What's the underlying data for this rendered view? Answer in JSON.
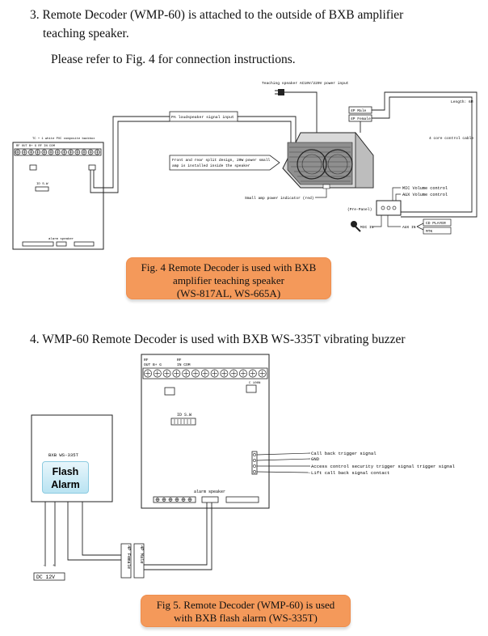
{
  "section3": {
    "heading_line1": "3. Remote Decoder (WMP-60) is attached to the outside of BXB amplifier",
    "heading_line2": "teaching speaker.",
    "refer": "Please refer to Fig. 4 for connection instructions."
  },
  "fig4": {
    "board_title": "TC + 1 white PVC composite backbox",
    "top_labels": [
      "RF OUT",
      "B+",
      "G",
      "RF IN",
      "COM"
    ],
    "id_sw": "ID S.W",
    "alarm_speaker": "alarm speaker",
    "pa_input": "PA loudspeaker signal input",
    "front_rear_line1": "Front and rear split design, 20W power small",
    "front_rear_line2": "amp is installed inside the speaker",
    "power_input": "Teaching speaker AC10V/220V power input",
    "male_4p": "4P Male",
    "female_4p": "4P Female",
    "length": "Length: 6M",
    "wire_cable": "4 core control cable",
    "indicator": "Small amp power indicator (red)",
    "pre_panel": "(Pre-Panel)",
    "mic_volume": "MIC Volume control",
    "aux_volume": "AUX Volume control",
    "mic_in": "MIC IN",
    "aux_in": "AUX IN",
    "cd_player": "CD PLAYER",
    "mtk": "MTK",
    "caption_line1": "Fig. 4 Remote Decoder is used with BXB",
    "caption_line2": "amplifier teaching speaker",
    "caption_line3": "(WS-817AL, WS-665A)"
  },
  "section4": {
    "heading": "4. WMP-60 Remote Decoder is used with BXB WS-335T vibrating buzzer"
  },
  "fig5": {
    "top_left": "RF OUT  B+  G",
    "top_right": "RF IN  COM",
    "c_label": "C 100N",
    "id_sw": "ID S.W",
    "call_back": "Call back trigger signal",
    "gnd": "GND",
    "access": "Access control security trigger signal trigger signal",
    "lift": "Lift call back signal contact",
    "alarm_speaker": "alarm speaker",
    "device_title": "BXB WS-335T",
    "flash_line1": "Flash",
    "flash_line2": "Alarm",
    "female_4p": "4P Female",
    "male_4p": "4P Male",
    "dc": "DC 12V",
    "caption_line1": "Fig 5. Remote Decoder (WMP-60) is used",
    "caption_line2": "with BXB flash alarm (WS-335T)"
  },
  "colors": {
    "callout": "#f4995a",
    "flash_bg": "#b9e3f2"
  }
}
